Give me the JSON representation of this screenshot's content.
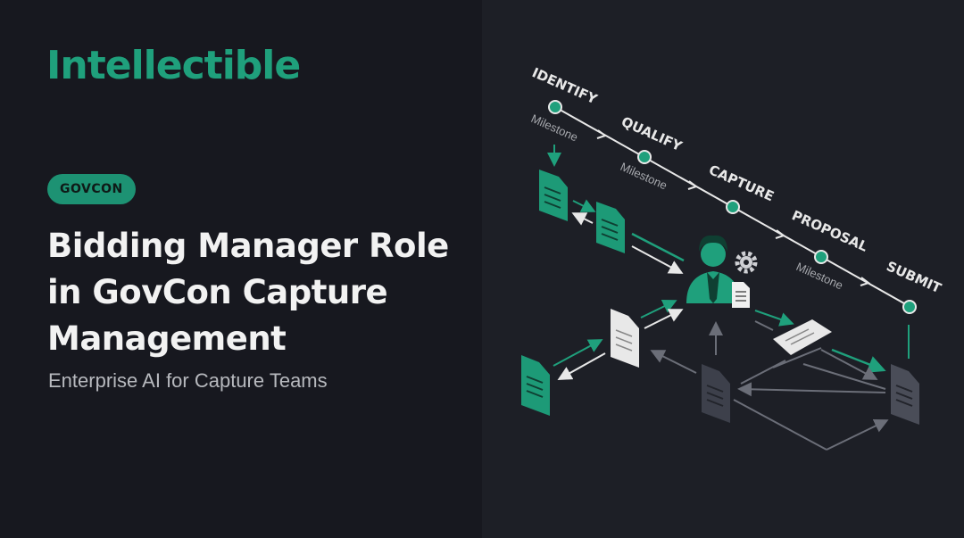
{
  "brand": {
    "name": "Intellectible"
  },
  "badge": {
    "label": "GOVCON"
  },
  "headline": {
    "lines": [
      "Bidding Manager Role",
      "in GovCon Capture",
      "Management"
    ]
  },
  "subline": "Enterprise AI for Capture Teams",
  "timeline": {
    "steps": [
      {
        "label": "IDENTIFY",
        "milestone": "Milestone"
      },
      {
        "label": "QUALIFY",
        "milestone": "Milestone"
      },
      {
        "label": "CAPTURE",
        "milestone": ""
      },
      {
        "label": "PROPOSAL",
        "milestone": "Milestone"
      },
      {
        "label": "SUBMIT",
        "milestone": ""
      }
    ]
  },
  "colors": {
    "accent": "#1fa07c",
    "accent_dark": "#1d9273",
    "panel_left": "#17181f",
    "panel_right": "#1d1f26",
    "doc_gray": "#3d404b",
    "doc_light": "#e6e6e6"
  },
  "icons": [
    "document-icon",
    "manager-avatar-icon",
    "gear-icon"
  ]
}
